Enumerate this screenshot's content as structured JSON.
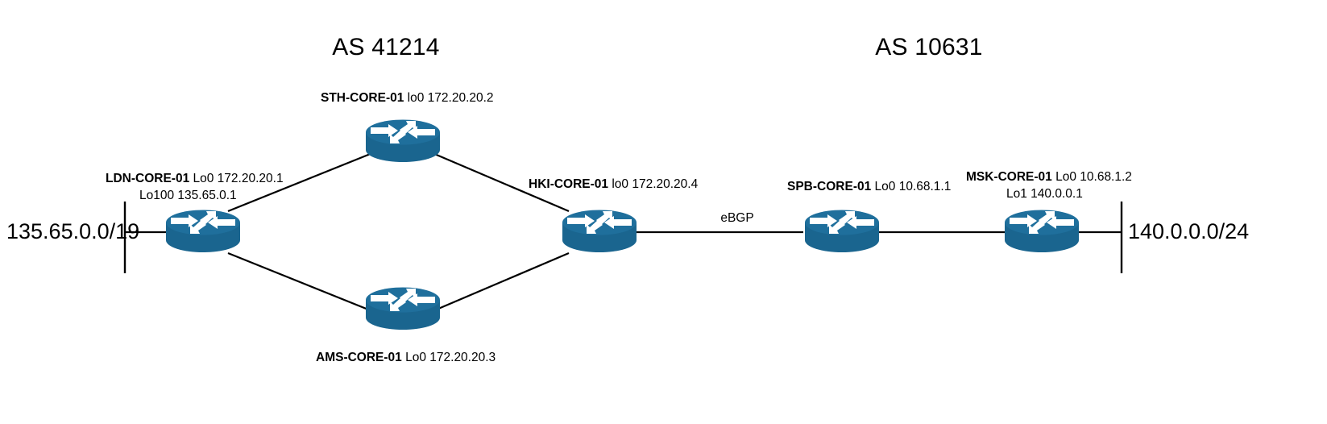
{
  "diagram": {
    "title_left": "AS 41214",
    "title_right": "AS 10631",
    "subnet_left": "135.65.0.0/19",
    "subnet_right": "140.0.0.0/24",
    "peering_label": "eBGP",
    "colors": {
      "router_body": "#1f6f9c",
      "router_top": "#1a658f",
      "router_arrow": "#ffffff",
      "line": "#000000",
      "text": "#000000",
      "background": "#ffffff"
    },
    "autonomous_systems": [
      {
        "name": "AS 41214",
        "asn": "41214"
      },
      {
        "name": "AS 10631",
        "asn": "10631"
      }
    ],
    "nodes": [
      {
        "id": "ldn",
        "name": "LDN-CORE-01",
        "line1_rest": " Lo0 172.20.20.1",
        "line2": "Lo100 135.65.0.1",
        "as": "AS 41214"
      },
      {
        "id": "sth",
        "name": "STH-CORE-01",
        "line1_rest": " lo0 172.20.20.2",
        "line2": "",
        "as": "AS 41214"
      },
      {
        "id": "ams",
        "name": "AMS-CORE-01",
        "line1_rest": " Lo0 172.20.20.3",
        "line2": "",
        "as": "AS 41214"
      },
      {
        "id": "hki",
        "name": "HKI-CORE-01",
        "line1_rest": " lo0 172.20.20.4",
        "line2": "",
        "as": "AS 41214"
      },
      {
        "id": "spb",
        "name": "SPB-CORE-01",
        "line1_rest": " Lo0 10.68.1.1",
        "line2": "",
        "as": "AS 10631"
      },
      {
        "id": "msk",
        "name": "MSK-CORE-01",
        "line1_rest": " Lo0 10.68.1.2",
        "line2": "Lo1 140.0.0.1",
        "as": "AS 10631"
      }
    ],
    "links": [
      {
        "from": "ldn",
        "to": "sth",
        "label": ""
      },
      {
        "from": "sth",
        "to": "hki",
        "label": ""
      },
      {
        "from": "ldn",
        "to": "ams",
        "label": ""
      },
      {
        "from": "ams",
        "to": "hki",
        "label": ""
      },
      {
        "from": "hki",
        "to": "spb",
        "label": "eBGP"
      },
      {
        "from": "spb",
        "to": "msk",
        "label": ""
      }
    ]
  }
}
